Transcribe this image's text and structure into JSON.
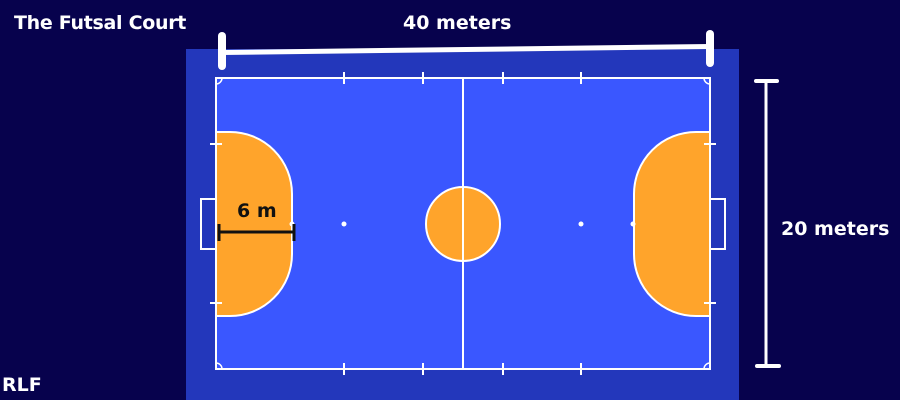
{
  "title": "The Futsal Court",
  "dimensions": {
    "width_label": "40 meters",
    "height_label": "20 meters",
    "penalty_radius_label": "6 m"
  },
  "credit": "RLF",
  "colors": {
    "background": "#07024d",
    "outer_court": "#2337bb",
    "playing_surface": "#3a57ff",
    "penalty_area": "#ffa42b",
    "lines": "#ffffff",
    "measure_line": "#111111"
  }
}
